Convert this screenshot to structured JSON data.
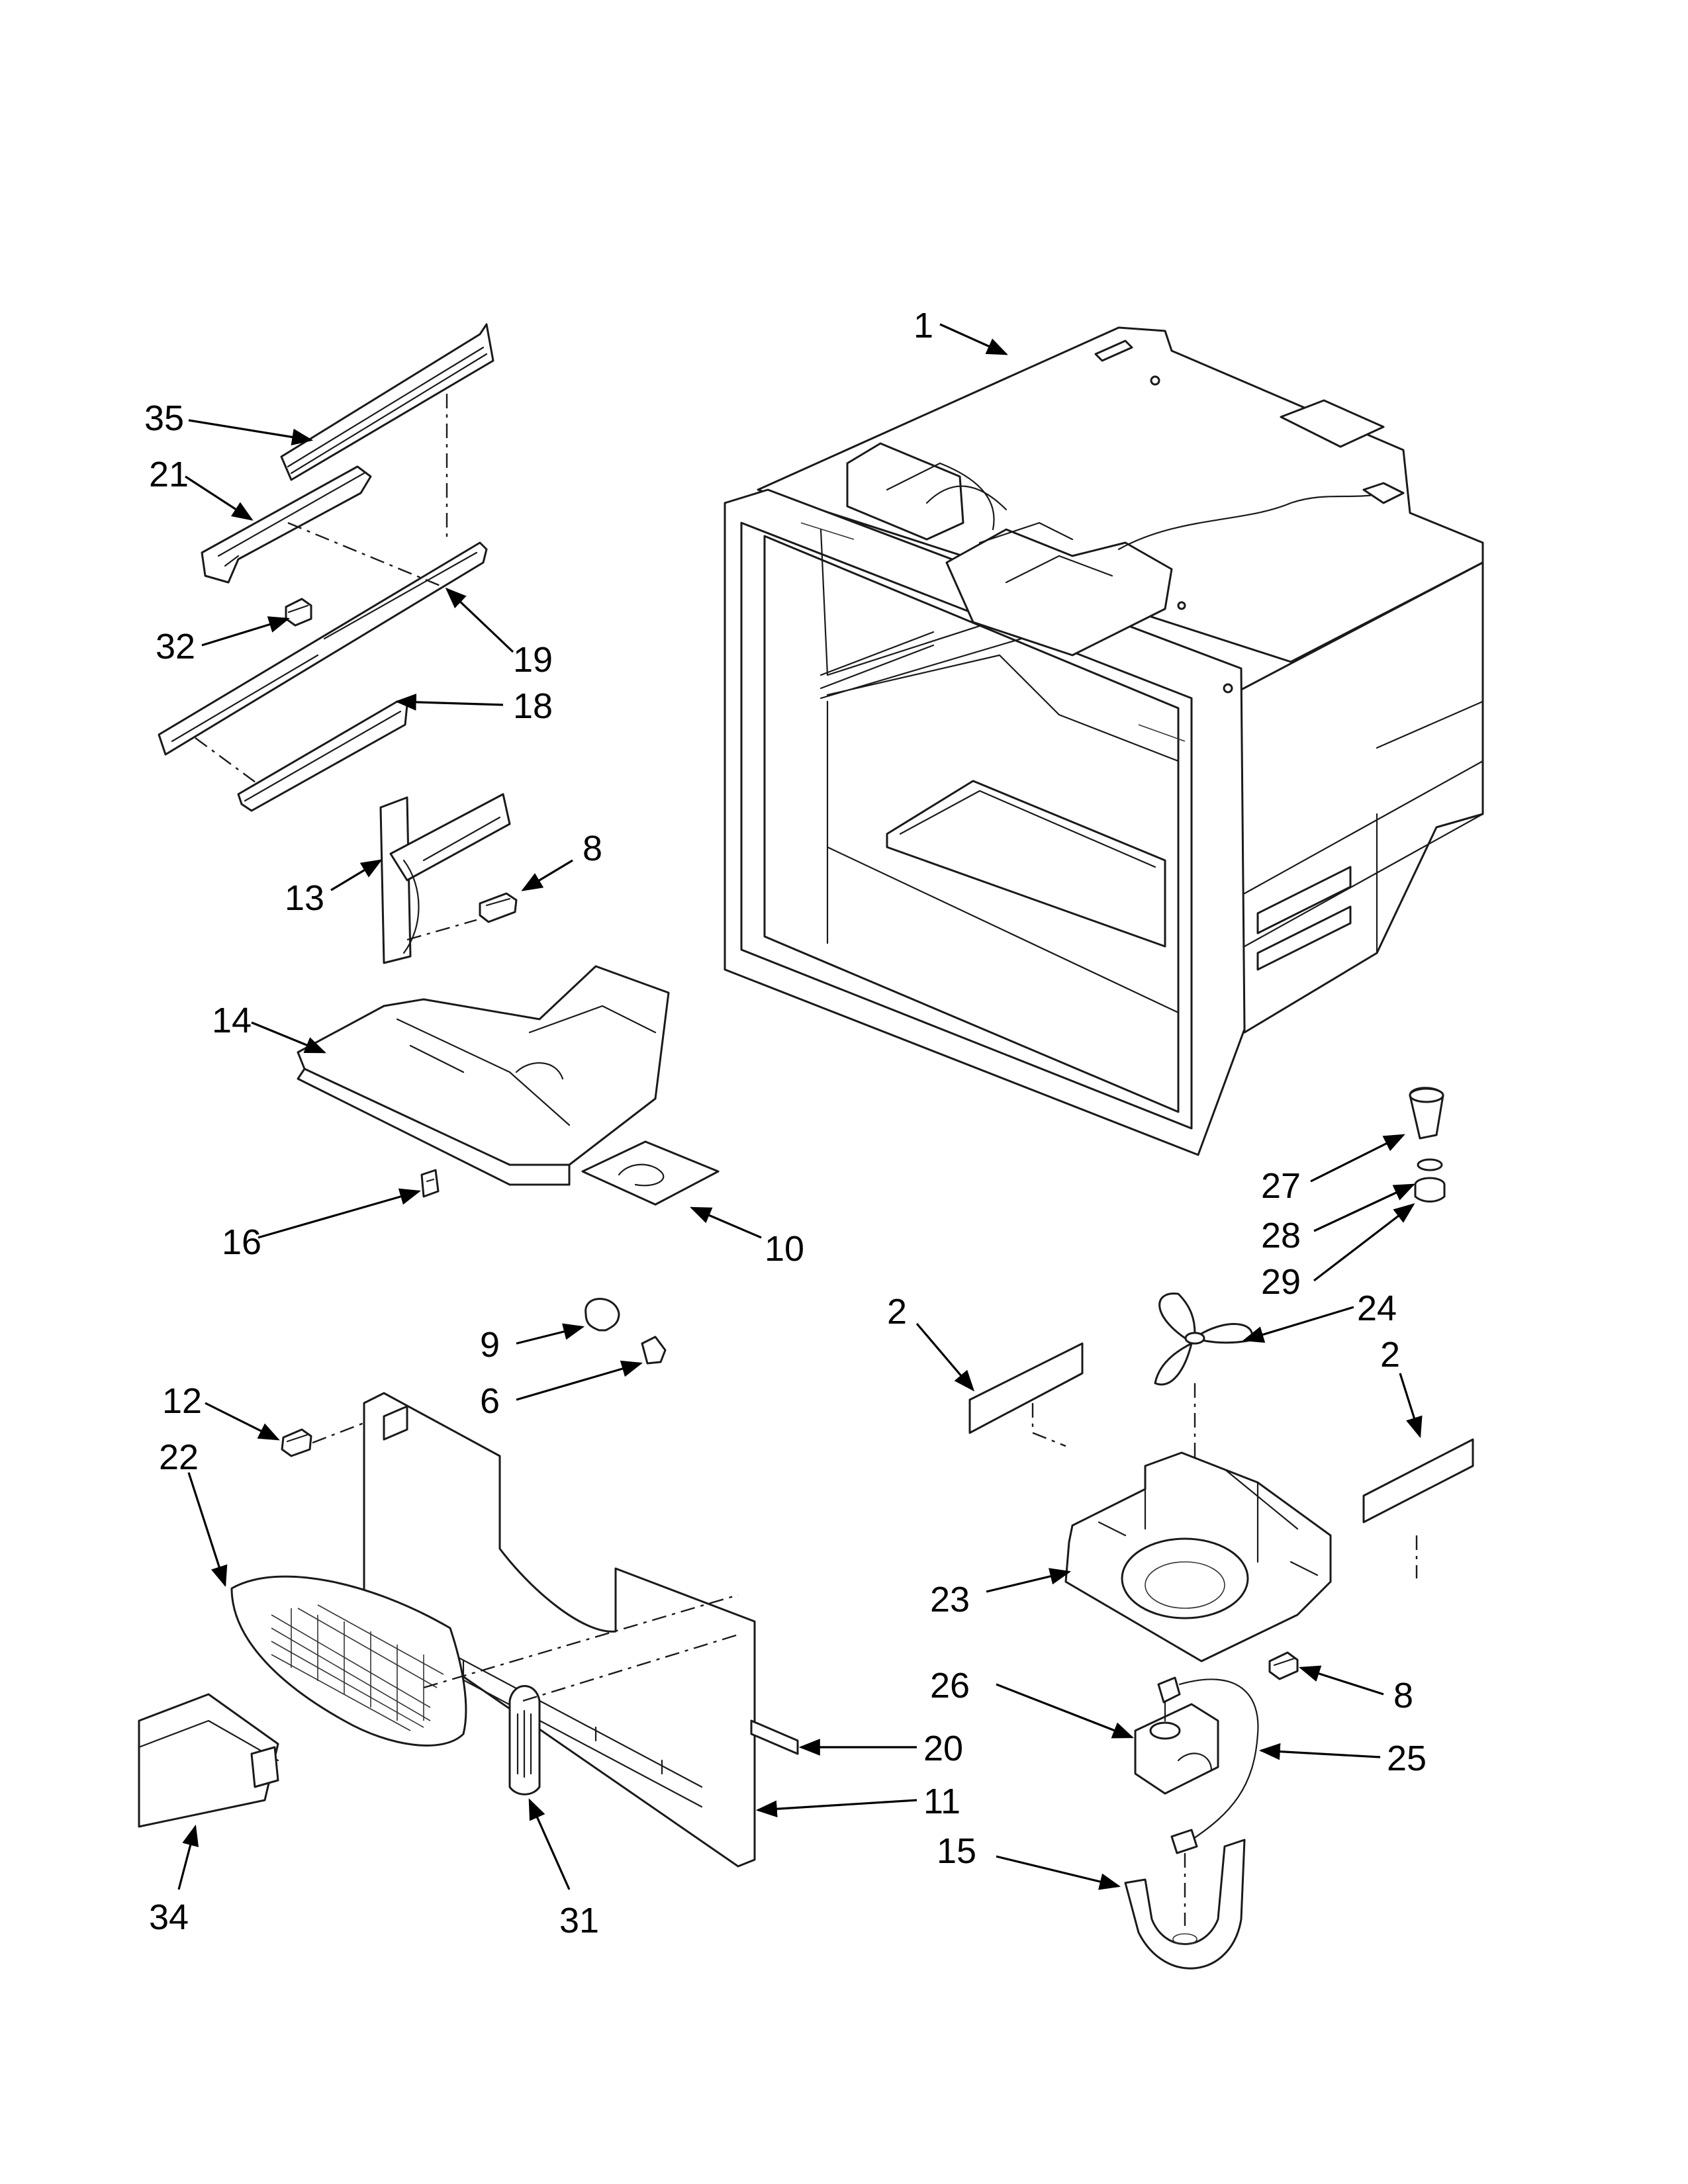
{
  "diagram": {
    "callouts": [
      {
        "id": "c1",
        "text": "1"
      },
      {
        "id": "c35",
        "text": "35"
      },
      {
        "id": "c21",
        "text": "21"
      },
      {
        "id": "c32",
        "text": "32"
      },
      {
        "id": "c19",
        "text": "19"
      },
      {
        "id": "c18",
        "text": "18"
      },
      {
        "id": "c13",
        "text": "13"
      },
      {
        "id": "c8a",
        "text": "8"
      },
      {
        "id": "c14",
        "text": "14"
      },
      {
        "id": "c16",
        "text": "16"
      },
      {
        "id": "c10",
        "text": "10"
      },
      {
        "id": "c27",
        "text": "27"
      },
      {
        "id": "c28",
        "text": "28"
      },
      {
        "id": "c29",
        "text": "29"
      },
      {
        "id": "c9",
        "text": "9"
      },
      {
        "id": "c6",
        "text": "6"
      },
      {
        "id": "c2a",
        "text": "2"
      },
      {
        "id": "c24",
        "text": "24"
      },
      {
        "id": "c2b",
        "text": "2"
      },
      {
        "id": "c12",
        "text": "12"
      },
      {
        "id": "c22",
        "text": "22"
      },
      {
        "id": "c23",
        "text": "23"
      },
      {
        "id": "c8b",
        "text": "8"
      },
      {
        "id": "c26",
        "text": "26"
      },
      {
        "id": "c20",
        "text": "20"
      },
      {
        "id": "c25",
        "text": "25"
      },
      {
        "id": "c11",
        "text": "11"
      },
      {
        "id": "c15",
        "text": "15"
      },
      {
        "id": "c34",
        "text": "34"
      },
      {
        "id": "c31",
        "text": "31"
      }
    ]
  },
  "colors": {
    "line": "#1a1a1a",
    "background": "#ffffff"
  }
}
